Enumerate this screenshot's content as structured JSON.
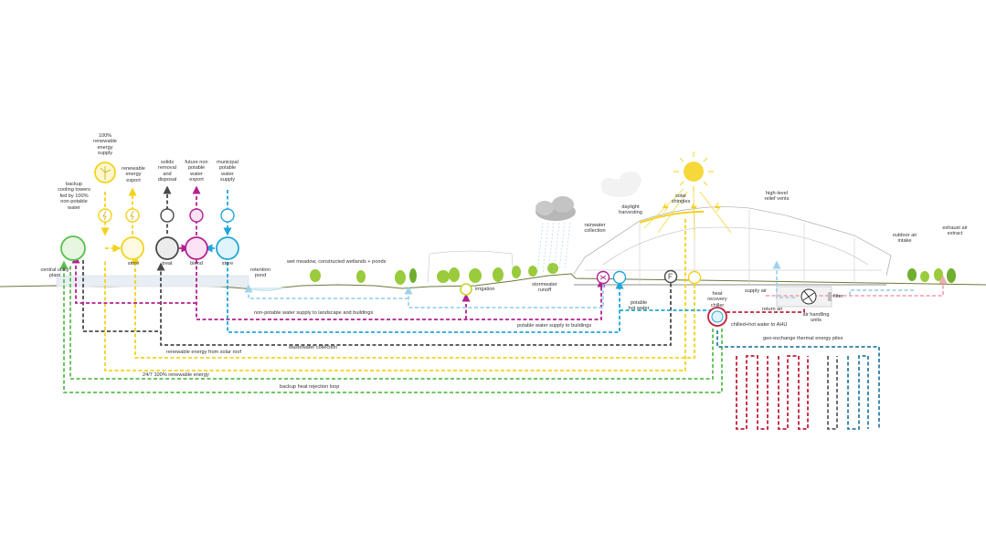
{
  "colors": {
    "renewable": "#f3d21d",
    "wastewater": "#4a4a4a",
    "nonpotable": "#b3208f",
    "potable": "#21a6d9",
    "stormwater": "#9fd3ec",
    "heat_rejection": "#5bbf4f",
    "heat_red": "#c11f3a",
    "heat_blue": "#2f7fa6",
    "return_air": "#f2aab6",
    "ground": "#6a7a3a",
    "tree": "#9acb3c"
  },
  "icons": [
    "wind-turbine-icon",
    "lightning-icon",
    "sun-icon",
    "cloud-icon",
    "rain-cloud-icon",
    "fan-icon",
    "pump-icon",
    "filter-icon",
    "tree-icon"
  ],
  "top_labels": {
    "renewable_supply": "100%\nrenewable\nenergy\nsupply",
    "backup_towers": "backup\ncooling towers\nfed by 100%\nnon-potable\nwater",
    "renewable_export": "renewable\nenergy\nexport",
    "solids": "solids\nremoval\nand\ndisposal",
    "future_nonpotable": "future non\npotable\nwater\nexport",
    "municipal": "municipal\npotable\nwater\nsupply"
  },
  "node_labels": {
    "central": "central utility\nplant",
    "store_energy": "store",
    "treat": "treat",
    "blend": "blend",
    "store_water": "store",
    "retention": "retention\npond",
    "meadow": "wet meadow, constructed wetlands + ponds",
    "irrigation": "irrigation",
    "stormwater": "stormwater\nrunoff",
    "rainwater": "rainwater\ncollection",
    "daylight": "daylight\nharvesting",
    "solar": "solar\nshingles",
    "relief": "high-level\nrelief vents",
    "outdoor": "outdoor air\nintake",
    "exhaust": "exhaust air\nextract",
    "potable_hot": "potable\nhot water",
    "chiller": "heat\nrecovery\nchiller",
    "supply_air": "supply air",
    "filter": "filter",
    "return_air": "return air",
    "ahu": "air handling\nunits",
    "chilled": "chilled+hot water to AHU",
    "geo": "geo-exchange thermal energy piles"
  },
  "flow_labels": {
    "nonpotable_supply": "non-potable water supply to landscape and buildings",
    "potable_supply": "potable water supply to buildings",
    "wastewater": "wastewater collection",
    "solar_roof": "renewable energy from solar roof",
    "renewable_247": "24/7 100% renewable energy",
    "backup_loop": "backup heat rejection loop"
  }
}
